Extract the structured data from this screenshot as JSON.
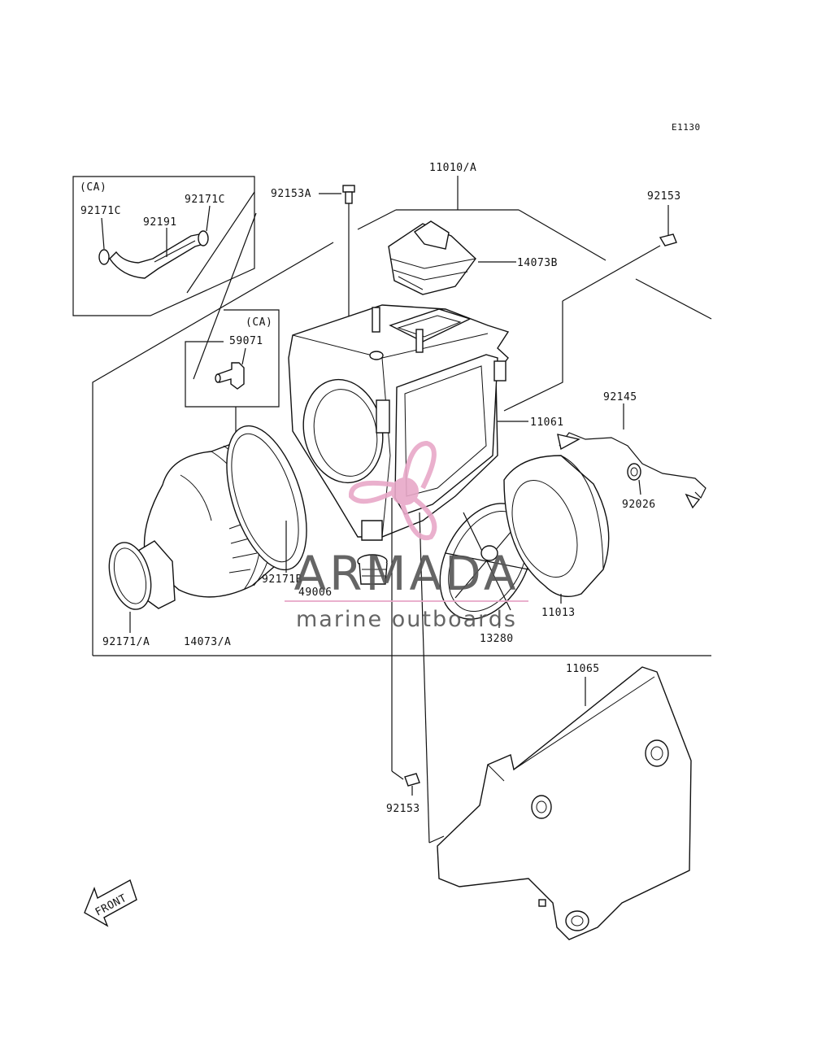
{
  "diagram": {
    "code": "E1130",
    "front_label": "FRONT",
    "group_label_1": "(CA)",
    "group_label_2": "(CA)",
    "parts": {
      "p11010A": "11010/A",
      "p92153A": "92153A",
      "p92153_top": "92153",
      "p14073B": "14073B",
      "p92171C_1": "92171C",
      "p92171C_2": "92171C",
      "p92191": "92191",
      "p59071": "59071",
      "p11061": "11061",
      "p92145": "92145",
      "p92026": "92026",
      "p92171B": "92171B",
      "p49006": "49006",
      "p11013": "11013",
      "p13280": "13280",
      "p92171A": "92171/A",
      "p14073A": "14073/A",
      "p11065": "11065",
      "p92153_bottom": "92153"
    }
  },
  "watermark": {
    "brand": "ARMADA",
    "tagline": "marine outboards",
    "accent_color": "#e8a8c8",
    "text_color": "#555555"
  }
}
